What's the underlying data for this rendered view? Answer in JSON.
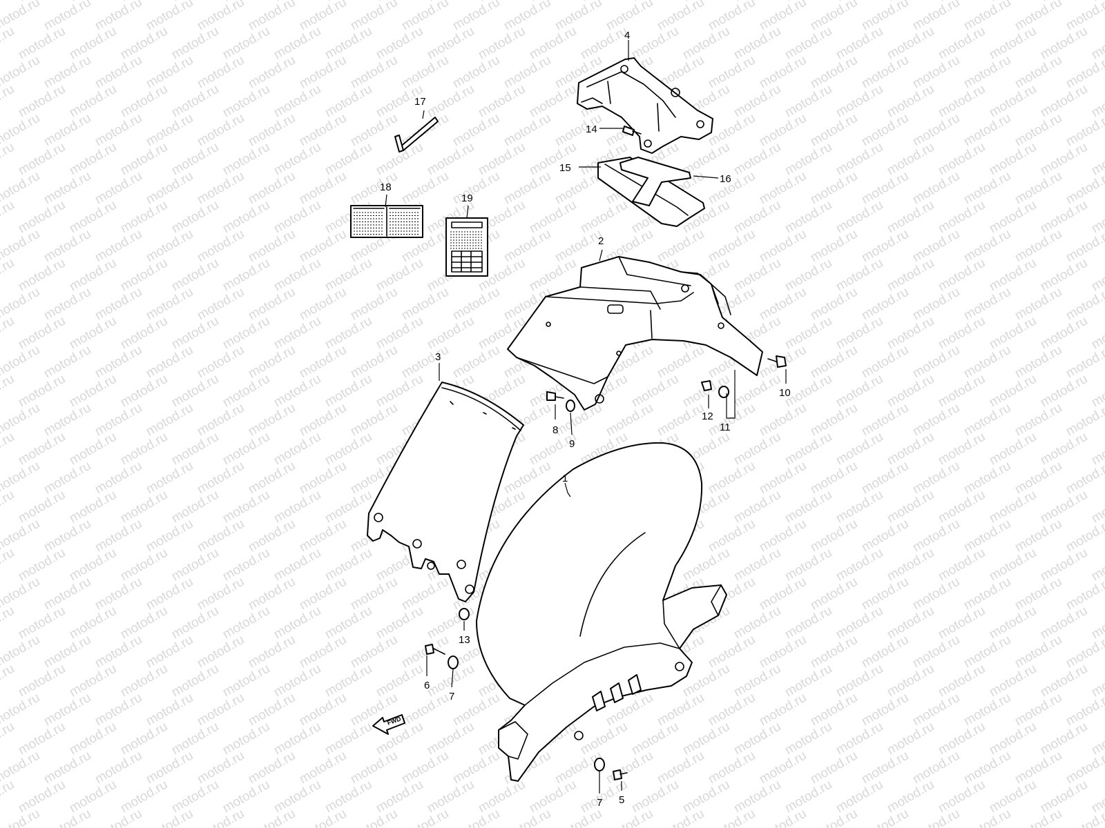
{
  "watermark": "motod.ru",
  "fwd_label": "FWD",
  "callouts": [
    "1",
    "2",
    "3",
    "4",
    "5",
    "6",
    "7",
    "8",
    "9",
    "10",
    "11",
    "12",
    "13",
    "14",
    "15",
    "16",
    "17",
    "18",
    "19"
  ],
  "colors": {
    "line": "#000000",
    "background": "#ffffff",
    "watermark": "#d8d8d8"
  }
}
